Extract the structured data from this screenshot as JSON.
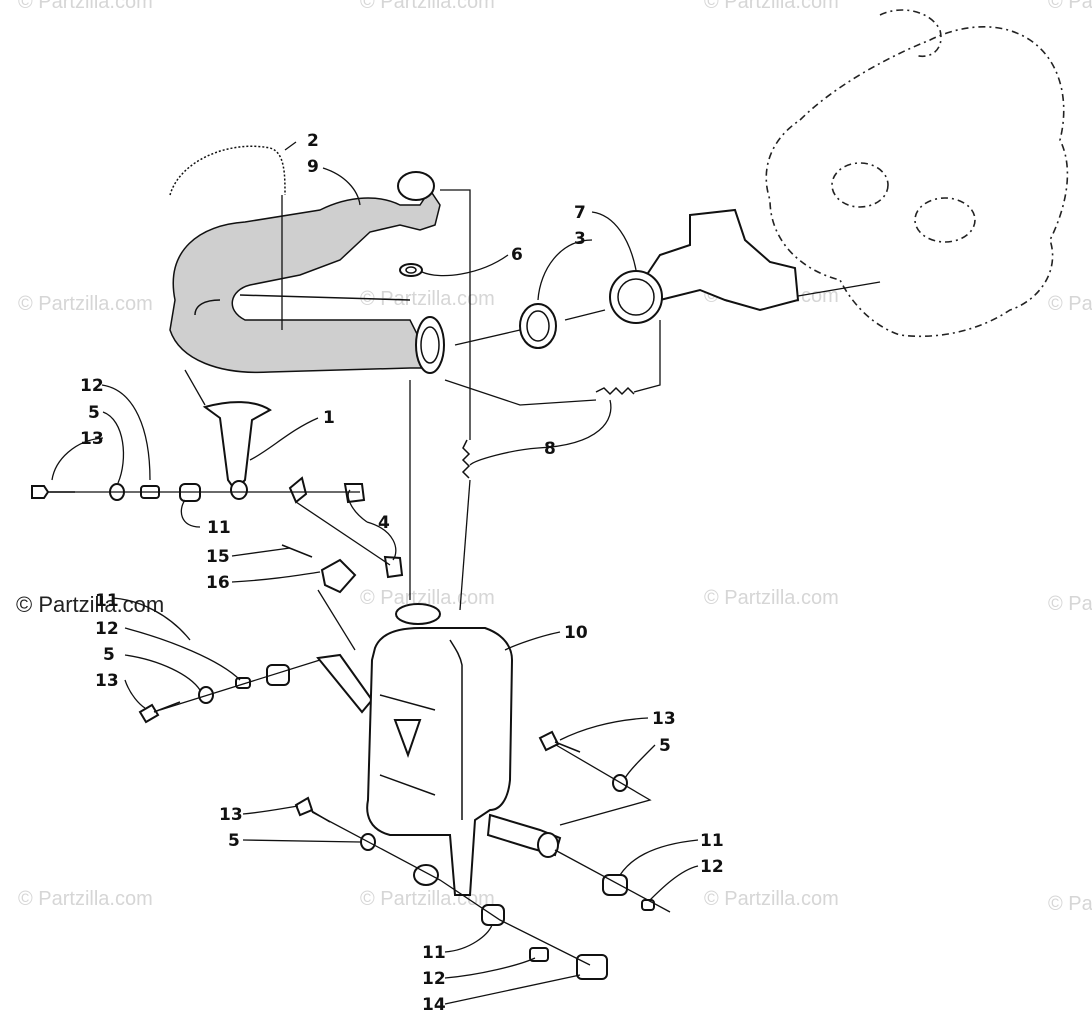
{
  "watermark_text": "© Partzilla.com",
  "watermark_main": "© Partzilla.com",
  "callouts": {
    "c_left_2": "2",
    "c_left_9": "9",
    "c_7": "7",
    "c_3": "3",
    "c_6": "6",
    "c_1": "1",
    "c_8": "8",
    "c_12a": "12",
    "c_5a": "5",
    "c_13a": "13",
    "c_11a": "11",
    "c_4": "4",
    "c_15": "15",
    "c_16": "16",
    "c_11b": "11",
    "c_12b": "12",
    "c_5b": "5",
    "c_13b": "13",
    "c_10": "10",
    "c_13c": "13",
    "c_5c": "5",
    "c_13d": "13",
    "c_5d": "5",
    "c_11c": "11",
    "c_12c": "12",
    "c_11d": "11",
    "c_12d": "12",
    "c_14": "14"
  }
}
